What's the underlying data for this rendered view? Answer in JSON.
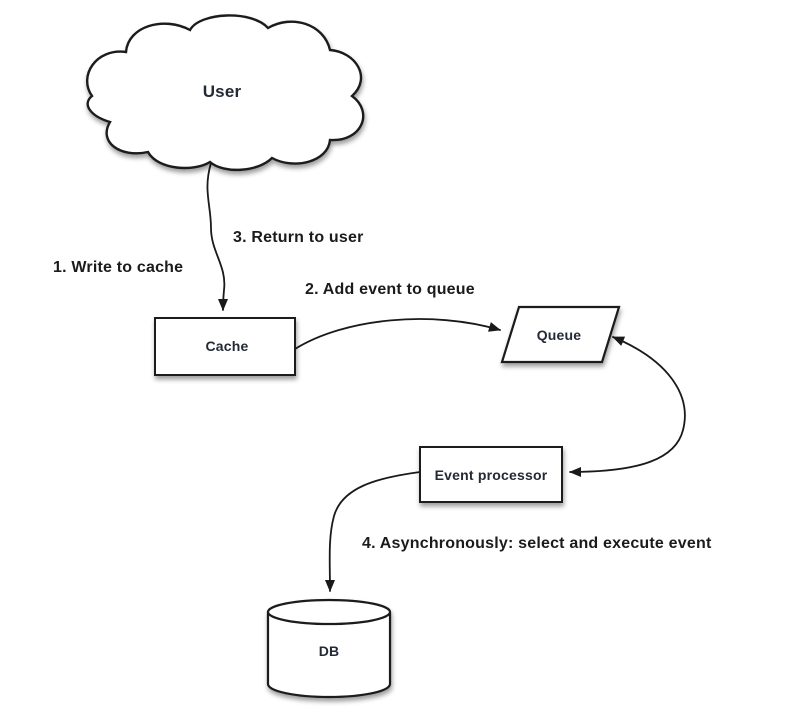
{
  "diagram": {
    "background_color": "#ffffff",
    "stroke_color": "#1a1a1a",
    "node_text_color": "#232a35",
    "label_text_color": "#1b1b1b",
    "nodes": {
      "user": {
        "label": "User",
        "shape": "cloud"
      },
      "cache": {
        "label": "Cache",
        "shape": "rectangle"
      },
      "queue": {
        "label": "Queue",
        "shape": "parallelogram"
      },
      "event_processor": {
        "label": "Event processor",
        "shape": "rectangle"
      },
      "db": {
        "label": "DB",
        "shape": "cylinder"
      }
    },
    "steps": {
      "step1": "1. Write to cache",
      "step2": "2. Add event to queue",
      "step3": "3. Return to user",
      "step4": "4. Asynchronously: select and execute event"
    },
    "edges": [
      {
        "from": "User",
        "to": "Cache",
        "arrowhead": "end"
      },
      {
        "from": "Cache",
        "to": "Queue",
        "arrowhead": "end"
      },
      {
        "from": "Queue",
        "to": "Event processor",
        "arrowhead": "both"
      },
      {
        "from": "Event processor",
        "to": "DB",
        "arrowhead": "end"
      }
    ]
  }
}
